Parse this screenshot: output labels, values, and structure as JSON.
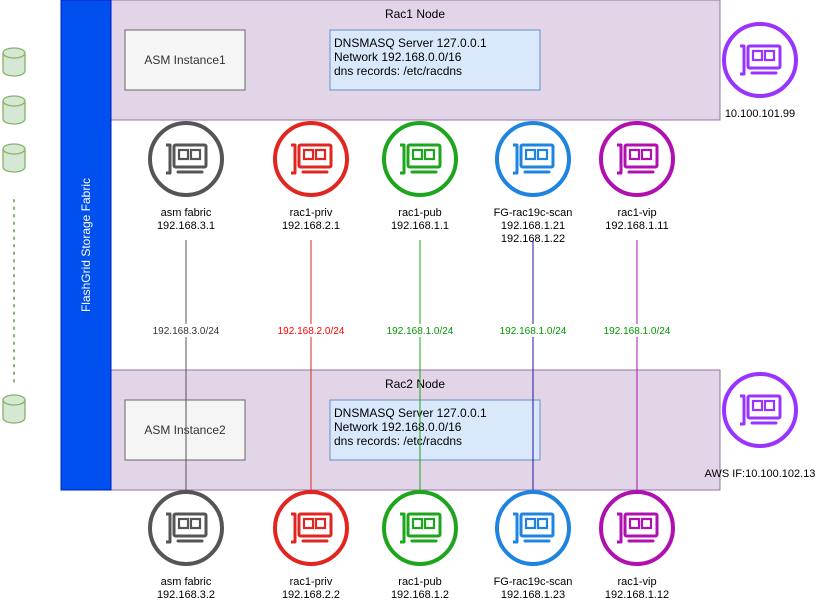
{
  "fabric": {
    "label": "FlashGrid Storage Fabric"
  },
  "nodes": [
    {
      "title": "Rac1 Node",
      "asm": "ASM Instance1",
      "dns": [
        "DNSMASQ Server 127.0.0.1",
        "Network 192.168.0.0/16",
        "dns records: /etc/racdns"
      ],
      "external_ip": "10.100.101.99",
      "nics": [
        {
          "name": "asm fabric",
          "ips": [
            "192.168.3.1"
          ]
        },
        {
          "name": "rac1-priv",
          "ips": [
            "192.168.2.1"
          ]
        },
        {
          "name": "rac1-pub",
          "ips": [
            "192.168.1.1"
          ]
        },
        {
          "name": "FG-rac19c-scan",
          "ips": [
            "192.168.1.21",
            "192.168.1.22"
          ]
        },
        {
          "name": "rac1-vip",
          "ips": [
            "192.168.1.11"
          ]
        }
      ]
    },
    {
      "title": "Rac2 Node",
      "asm": "ASM Instance2",
      "dns": [
        "DNSMASQ Server 127.0.0.1",
        "Network 192.168.0.0/16",
        "dns records: /etc/racdns"
      ],
      "external_ip": "AWS IF:10.100.102.13",
      "nics": [
        {
          "name": "asm fabric",
          "ips": [
            "192.168.3.2"
          ]
        },
        {
          "name": "rac1-priv",
          "ips": [
            "192.168.2.2"
          ]
        },
        {
          "name": "rac1-pub",
          "ips": [
            "192.168.1.2"
          ]
        },
        {
          "name": "FG-rac19c-scan",
          "ips": [
            "192.168.1.23"
          ]
        },
        {
          "name": "rac1-vip",
          "ips": [
            "192.168.1.12"
          ]
        }
      ]
    }
  ],
  "networks": [
    {
      "label": "192.168.3.0/24",
      "color": "#333333",
      "line_color": "#555555"
    },
    {
      "label": "192.168.2.0/24",
      "color": "#ff0000",
      "line_color": "#e0261f"
    },
    {
      "label": "192.168.1.0/24",
      "color": "#009900",
      "line_color": "#1ea51e"
    },
    {
      "label": "192.168.1.0/24",
      "color": "#009900",
      "line_color": "#1a1aa6"
    },
    {
      "label": "192.168.1.0/24",
      "color": "#009900",
      "line_color": "#b010b0"
    }
  ],
  "nic_colors": [
    "#555555",
    "#e0261f",
    "#1ea51e",
    "#1e84e0",
    "#b010b0"
  ],
  "ext_nic_color": "#9933ff",
  "colors": {
    "fabric_fill": "#0050ef",
    "node_fill": "#e1d5e7",
    "node_stroke": "#9673a6",
    "dns_fill": "#dae8fc",
    "dns_stroke": "#6c8ebf",
    "disk_fill": "#d5e8d4",
    "disk_stroke": "#82b366"
  }
}
